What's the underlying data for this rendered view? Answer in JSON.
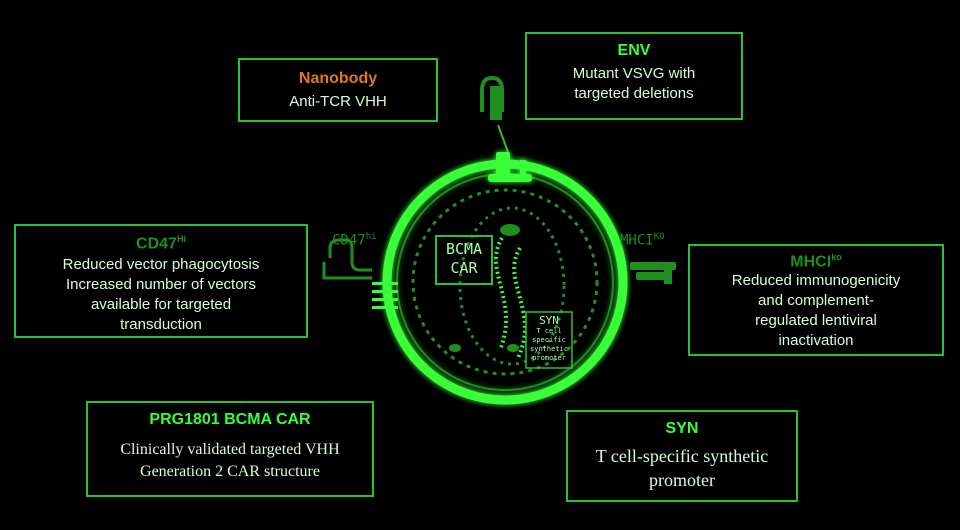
{
  "colors": {
    "accent_green": "#39ff39",
    "dim_green": "#1f8f1f",
    "text_light": "#d6ffd6",
    "nanobody_orange": "#e07a18",
    "background": "#000000"
  },
  "boxes": {
    "nanobody": {
      "title": "Nanobody",
      "lines": [
        "Anti-TCR VHH"
      ]
    },
    "env": {
      "title": "ENV",
      "lines": [
        "Mutant VSVG with",
        "targeted deletions"
      ]
    },
    "cd47": {
      "title": "CD47",
      "title_sup": "Hi",
      "lines": [
        "Reduced vector phagocytosis",
        "Increased number of vectors",
        "available for targeted",
        "transduction"
      ]
    },
    "mhci": {
      "title": "MHCI",
      "title_sup": "ko",
      "lines": [
        "Reduced immunogenicity",
        "and complement-",
        "regulated lentiviral",
        "inactivation"
      ]
    },
    "prg": {
      "title": "PRG1801 BCMA CAR",
      "lines": [
        "Clinically validated targeted VHH",
        "Generation 2 CAR structure"
      ]
    },
    "syn": {
      "title": "SYN",
      "lines": [
        "T cell-specific synthetic",
        "promoter"
      ]
    }
  },
  "labels": {
    "cd47_side": "CD47",
    "cd47_side_sup": "hi",
    "mhci_side": "MHCI",
    "mhci_side_sup": "KO",
    "bcma_car_line1": "BCMA",
    "bcma_car_line2": "CAR",
    "syn_inner_title": "SYN",
    "syn_inner_lines": [
      "T cell",
      "specific",
      "synthetic",
      "promoter"
    ]
  }
}
